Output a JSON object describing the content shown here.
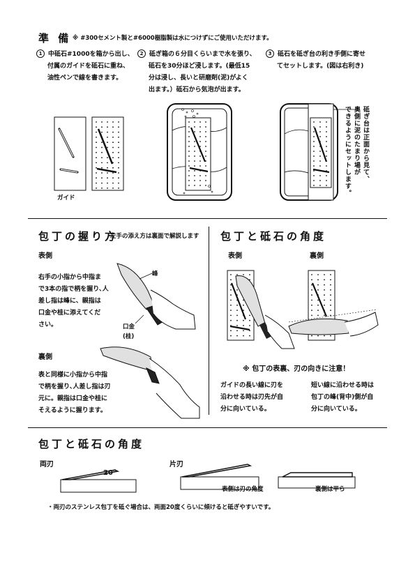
{
  "prep": {
    "title": "準 備",
    "note": "※ #300セメント製と#6000樹脂製は水につけずにご使用いただけます。",
    "steps": [
      {
        "num": "1",
        "lines": [
          "中砥石#1000を箱から出し、",
          "付属のガイドを砥石に重ね、",
          "油性ペンで線を書きます。"
        ]
      },
      {
        "num": "2",
        "lines": [
          "砥ぎ箱の６分目くらいまで水を張り、",
          "砥石を30分ほど浸します。(最低15",
          "分は浸し、長いと研磨剤(泥)がよく",
          "出ます。）砥石から気泡が出ます。"
        ]
      },
      {
        "num": "3",
        "lines": [
          "砥石を砥ぎ台の利き手側に寄せ",
          "てセットします。(図は右利き)"
        ]
      }
    ],
    "guide_label": "ガイド",
    "vertical_note": [
      "砥ぎ台は正面から見て、",
      "奥側に泥のたまり場が",
      "できるようにセットします。"
    ]
  },
  "grip": {
    "title": "包丁の握り方",
    "subtitle": "左手の添え方は裏面で解説します",
    "front_heading": "表側",
    "front_text": [
      "右手の小指から中指ま",
      "で3本の指で柄を握り､人",
      "差し指は峰に、親指は",
      "口金や桂に添えてくだ",
      "さい。"
    ],
    "mine_label": "峰",
    "kuchigane_label": "口金",
    "katsura_label": "(桂)",
    "back_heading": "裏側",
    "back_text": [
      "表と同様に小指から中指",
      "で柄を握り､人差し指は刃",
      "元に。親指は口金や桂に",
      "そえるように握ります。"
    ]
  },
  "angle1": {
    "title": "包丁と砥石の角度",
    "front_heading": "表側",
    "back_heading": "裏側",
    "warning": "※ 包丁の表裏、刃の向きに注意！",
    "left_text": [
      "ガイドの長い線に刃を",
      "沿わせる時は刃先が自",
      "分に向いている。"
    ],
    "right_text": [
      "短い線に沿わせる時は",
      "包丁の峰(背中)側が自",
      "分に向いている。"
    ]
  },
  "angle2": {
    "title": "包丁と砥石の角度",
    "double_label": "両刃",
    "angle_label": "20°",
    "single_label": "片刃",
    "front_angle_label": "表側は刃の角度",
    "back_flat_label": "裏側は平ら",
    "footnote": "・両刃のステンレス包丁を砥ぐ場合は、両面20度くらいに傾けると砥ぎやすいです。"
  }
}
